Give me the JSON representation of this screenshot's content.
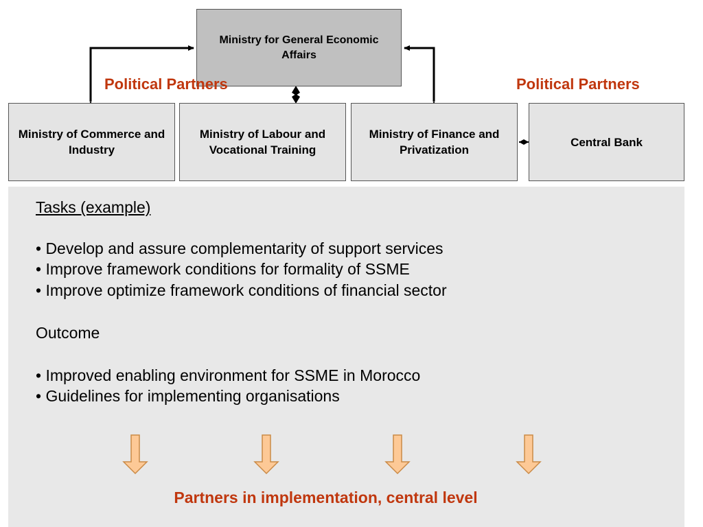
{
  "org_chart": {
    "top_box": "Ministry for General Economic Affairs",
    "political_partners_left": "Political Partners",
    "political_partners_right": "Political Partners",
    "ministries": [
      "Ministry of Commerce and Industry",
      "Ministry of Labour and Vocational Training",
      "Ministry of Finance and Privatization",
      "Central Bank"
    ]
  },
  "panel": {
    "tasks_heading": "Tasks (example)",
    "tasks": [
      "• Develop and assure complementarity of support services",
      "• Improve framework conditions for formality of SSME",
      "• Improve optimize framework conditions of financial sector"
    ],
    "outcome_heading": "Outcome",
    "outcomes": [
      "• Improved enabling environment for SSME in Morocco",
      "• Guidelines for implementing organisations"
    ],
    "footer": "Partners in implementation, central level"
  },
  "colors": {
    "accent": "#c0370e",
    "box_fill": "#e4e4e4",
    "top_box_fill": "#c0c0c0",
    "panel_fill": "#e8e8e8",
    "down_arrow_fill": "#fdc996",
    "down_arrow_stroke": "#ca8a46"
  }
}
